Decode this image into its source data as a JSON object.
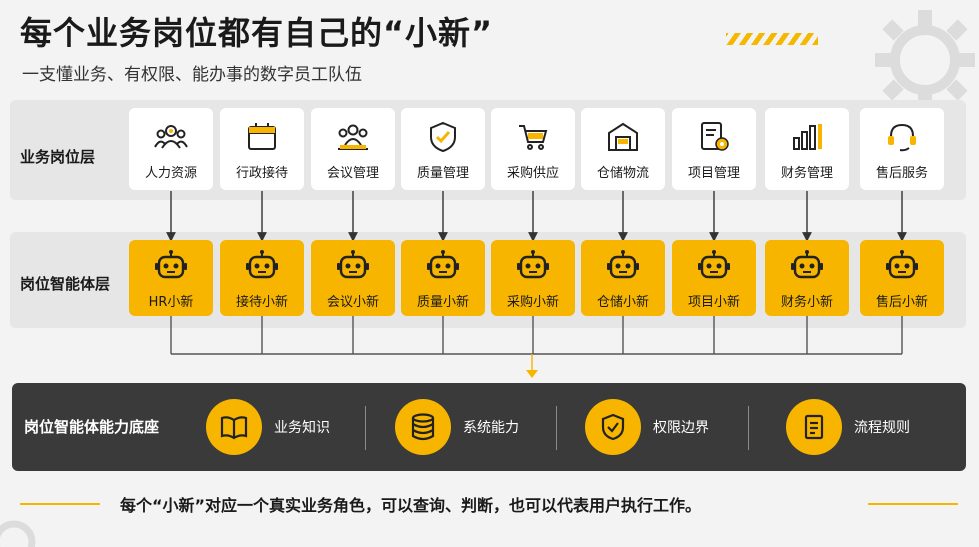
{
  "header": {
    "title": "每个业务岗位都有自己的“小新”",
    "subtitle": "一支懂业务、有权限、能办事的数字员工队伍"
  },
  "layers": {
    "business_label": "业务岗位层",
    "agent_label": "岗位智能体层",
    "base_label": "岗位智能体能力底座"
  },
  "business_roles": [
    {
      "label": "人力资源",
      "icon": "people-group-icon"
    },
    {
      "label": "行政接待",
      "icon": "calendar-icon"
    },
    {
      "label": "会议管理",
      "icon": "meeting-group-icon"
    },
    {
      "label": "质量管理",
      "icon": "shield-check-icon"
    },
    {
      "label": "采购供应",
      "icon": "shopping-cart-icon"
    },
    {
      "label": "仓储物流",
      "icon": "warehouse-icon"
    },
    {
      "label": "项目管理",
      "icon": "document-gear-icon"
    },
    {
      "label": "财务管理",
      "icon": "bar-chart-icon"
    },
    {
      "label": "售后服务",
      "icon": "headset-icon"
    }
  ],
  "agents": [
    {
      "label": "HR小新",
      "icon": "robot-icon"
    },
    {
      "label": "接待小新",
      "icon": "robot-icon"
    },
    {
      "label": "会议小新",
      "icon": "robot-icon"
    },
    {
      "label": "质量小新",
      "icon": "robot-icon"
    },
    {
      "label": "采购小新",
      "icon": "robot-icon"
    },
    {
      "label": "仓储小新",
      "icon": "robot-icon"
    },
    {
      "label": "项目小新",
      "icon": "robot-icon"
    },
    {
      "label": "财务小新",
      "icon": "robot-icon"
    },
    {
      "label": "售后小新",
      "icon": "robot-icon"
    }
  ],
  "capabilities": [
    {
      "label": "业务知识",
      "icon": "book-icon"
    },
    {
      "label": "系统能力",
      "icon": "database-icon"
    },
    {
      "label": "权限边界",
      "icon": "shield-check-icon"
    },
    {
      "label": "流程规则",
      "icon": "clipboard-icon"
    }
  ],
  "footer": {
    "text": "每个“小新”对应一个真实业务角色，可以查询、判断，也可以代表用户执行工作。"
  },
  "colors": {
    "accent": "#f7b500",
    "dark_band": "#3a3a3a",
    "panel": "#e6e6e6"
  }
}
